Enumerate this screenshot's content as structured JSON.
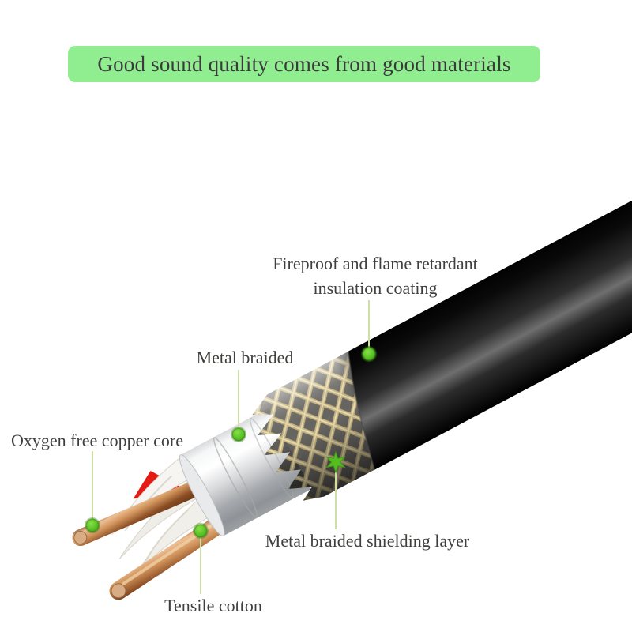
{
  "banner": {
    "text": "Good sound quality comes from good materials",
    "background_color": "#90ee90",
    "text_color": "#3a3a3a"
  },
  "annotations": [
    {
      "label": "Fireproof and flame retardant insulation coating",
      "marker": "green-dot"
    },
    {
      "label": "Metal braided",
      "marker": "green-dot"
    },
    {
      "label": "Oxygen free copper core",
      "marker": "green-dot"
    },
    {
      "label": "Metal braided shielding layer",
      "marker": "green-star"
    },
    {
      "label": "Tensile cotton",
      "marker": "green-dot"
    }
  ],
  "colors": {
    "marker_green": "#58c226",
    "leader_line": "#cddfa2",
    "banner_green": "#90ee90",
    "jacket_black": "#0a0a0a",
    "braid_gold": "#c8b584",
    "foil_silver": "#d8d9db",
    "copper": "#cf9159",
    "cotton_white": "#f5f3ef",
    "accent_red": "#e31b12"
  }
}
